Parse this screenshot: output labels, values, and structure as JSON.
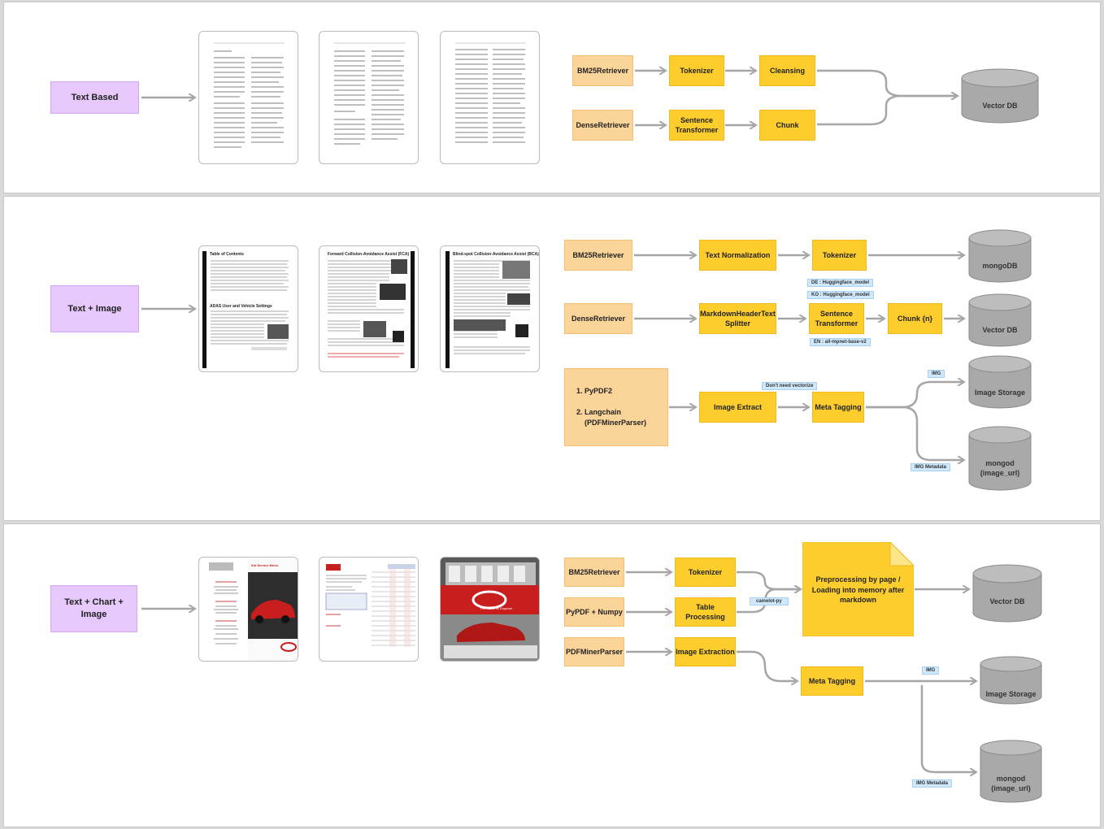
{
  "rows": [
    {
      "source": "Text Based",
      "boxes": {
        "bm25": "BM25Retriever",
        "tokenizer": "Tokenizer",
        "cleansing": "Cleansing",
        "dense": "DenseRetriever",
        "sentence": "Sentence\nTransformer",
        "chunk": "Chunk"
      },
      "db": "Vector DB"
    },
    {
      "source": "Text + Image",
      "boxes": {
        "bm25": "BM25Retriever",
        "text_norm": "Text Normalization",
        "tokenizer": "Tokenizer",
        "dense": "DenseRetriever",
        "md_splitter": "MarkdownHeaderText\nSplitter",
        "sentence": "Sentence\nTransformer",
        "chunk": "Chunk {n}",
        "image_extract": "Image Extract",
        "meta_tagging": "Meta Tagging"
      },
      "parser_list": [
        "PyPDF2",
        "Langchain\n(PDFMinerParser)"
      ],
      "tags": {
        "de": "DE : Huggingface_model",
        "ko": "KO : Huggingface_model",
        "en": "EN : all-mpnet-base-v2",
        "no_vec": "Don't need vectorize",
        "img": "IMG",
        "img_meta": "IMG Metadata"
      },
      "dbs": {
        "mongo": "mongoDB",
        "vector": "Vector DB",
        "image": "Image Storage",
        "mongod": "mongod\n(image_url)"
      },
      "doc_titles": {
        "toc": "Table of Contents",
        "adas": "ADAS User and Vehicle Settings",
        "fca": "Forward Collision-Avoidance Assist (FCA)",
        "bca": "Blind-spot Collision-Avoidance Assist (BCA)"
      }
    },
    {
      "source": "Text + Chart + Image",
      "boxes": {
        "bm25": "BM25Retriever",
        "tokenizer": "Tokenizer",
        "pypdf": "PyPDF + Numpy",
        "table": "Table\nProcessing",
        "pdfminer": "PDFMinerParser",
        "image_extraction": "Image Extraction",
        "meta_tagging": "Meta Tagging"
      },
      "note": "Preprocessing by page /\nLoading into memory after\nmarkdown",
      "tags": {
        "camelot": "camelot-py",
        "img": "IMG",
        "img_meta": "IMG Metadata"
      },
      "dbs": {
        "vector": "Vector DB",
        "image": "Image Storage",
        "mongod": "mongod\n(image_url)"
      },
      "doc_titles": {
        "kia": "Kia Service Menu",
        "slogan": "The Power to Surprise"
      }
    }
  ],
  "colors": {
    "purple": "#e6c8fb",
    "orange": "#fbd49a",
    "yellow": "#fdcd2e",
    "tag_blue": "#cfe8fb",
    "cylinder": "#a9a9a9",
    "arrow": "#a6a6a6"
  }
}
